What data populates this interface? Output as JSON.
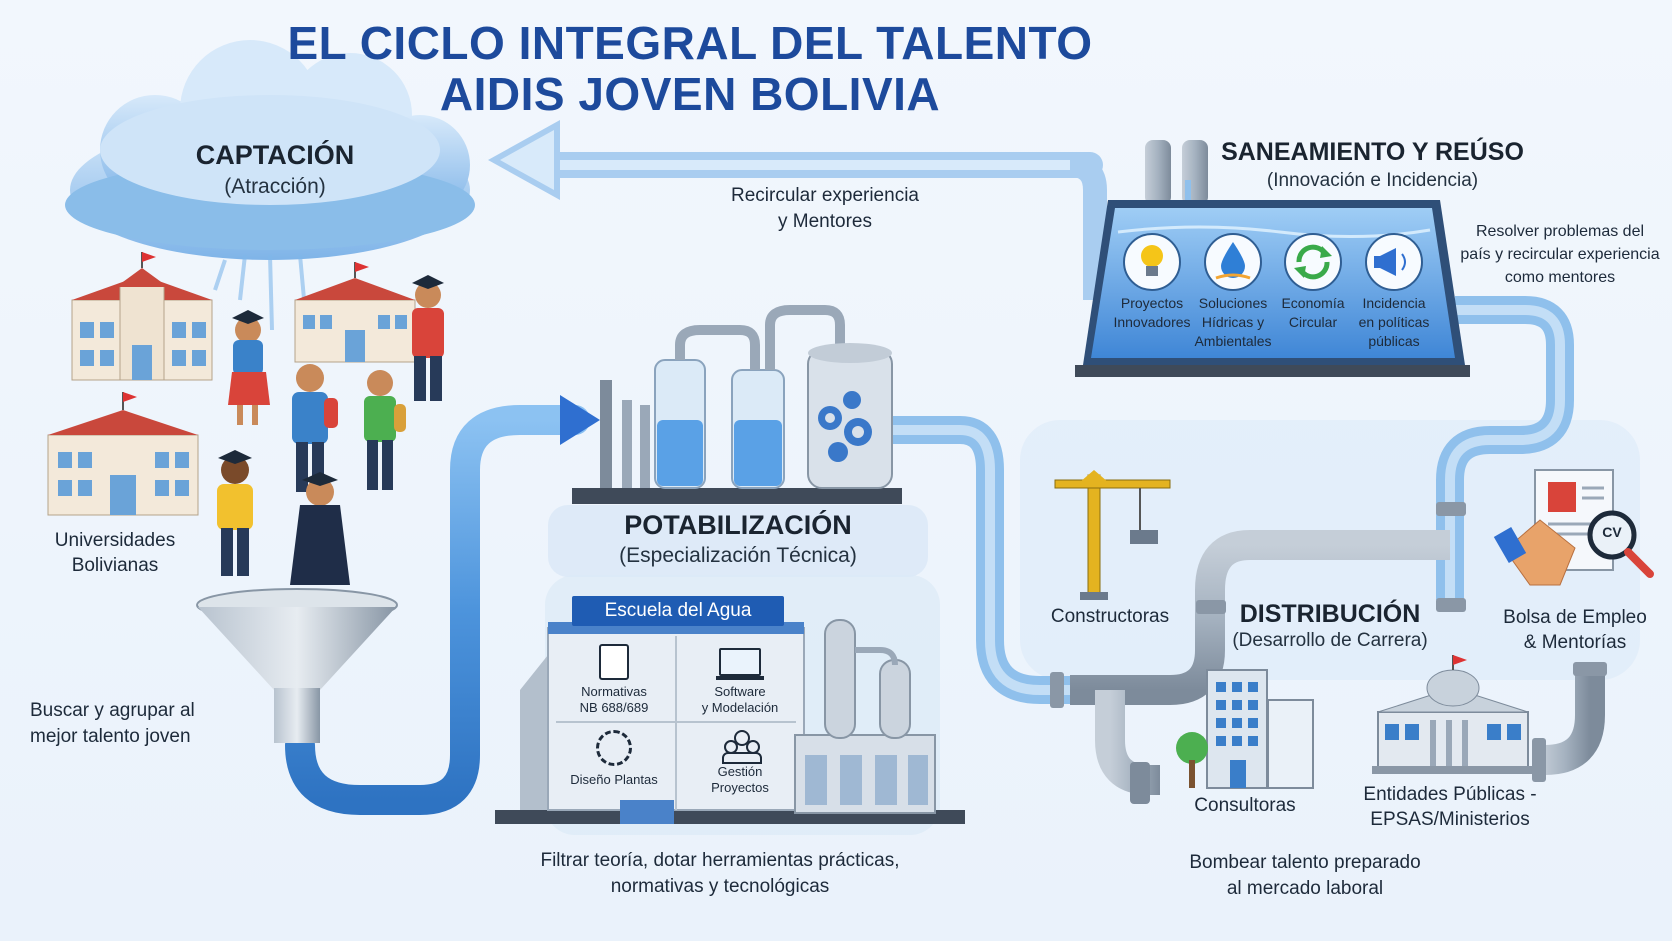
{
  "title": {
    "line1": "EL CICLO INTEGRAL DEL TALENTO",
    "line2": "AIDIS JOVEN BOLIVIA"
  },
  "captacion": {
    "title": "CAPTACIÓN",
    "subtitle": "(Atracción)",
    "universities_label": [
      "Universidades",
      "Bolivianas"
    ],
    "caption": [
      "Buscar y agrupar al",
      "mejor talento joven"
    ]
  },
  "recirculate": {
    "caption": [
      "Recircular experiencia",
      "y Mentores"
    ]
  },
  "saneamiento": {
    "title": "SANEAMIENTO Y REÚSO",
    "subtitle": "(Innovación e Incidencia)",
    "caption": [
      "Resolver problemas del",
      "país y recircular experiencia",
      "como mentores"
    ],
    "items": [
      {
        "label": [
          "Proyectos",
          "Innovadores"
        ],
        "icon": "lightbulb-icon"
      },
      {
        "label": [
          "Soluciones",
          "Hídricas y",
          "Ambientales"
        ],
        "icon": "water-drop-icon"
      },
      {
        "label": [
          "Economía",
          "Circular"
        ],
        "icon": "recycle-icon"
      },
      {
        "label": [
          "Incidencia",
          "en políticas",
          "públicas"
        ],
        "icon": "megaphone-icon"
      }
    ]
  },
  "potabilizacion": {
    "title": "POTABILIZACIÓN",
    "subtitle": "(Especialización Técnica)",
    "school_name": "Escuela del Agua",
    "cells": [
      {
        "label": [
          "Normativas",
          "NB 688/689"
        ],
        "icon": "clipboard-icon"
      },
      {
        "label": [
          "Software",
          "y Modelación"
        ],
        "icon": "laptop-chart-icon"
      },
      {
        "label": [
          "Diseño Plantas"
        ],
        "icon": "tools-gear-icon"
      },
      {
        "label": [
          "Gestión",
          "Proyectos"
        ],
        "icon": "team-icon"
      }
    ],
    "caption": [
      "Filtrar teoría, dotar herramientas prácticas,",
      "normativas y tecnológicas"
    ]
  },
  "distribucion": {
    "title": "DISTRIBUCIÓN",
    "subtitle": "(Desarrollo de Carrera)",
    "caption": [
      "Bombear talento preparado",
      "al mercado laboral"
    ],
    "destinations": {
      "constructoras": "Constructoras",
      "consultoras": "Consultoras",
      "entidades": [
        "Entidades Públicas -",
        "EPSAS/Ministerios"
      ],
      "bolsa": [
        "Bolsa de Empleo",
        "& Mentorías"
      ],
      "cv_text": "CV"
    }
  },
  "colors": {
    "title_blue": "#1d4a9c",
    "pipe_blue": "#4f93d9",
    "pipe_light": "#a9cdf0",
    "steel": "#9aa8b8",
    "dark_arrow": "#2f6fd0"
  }
}
